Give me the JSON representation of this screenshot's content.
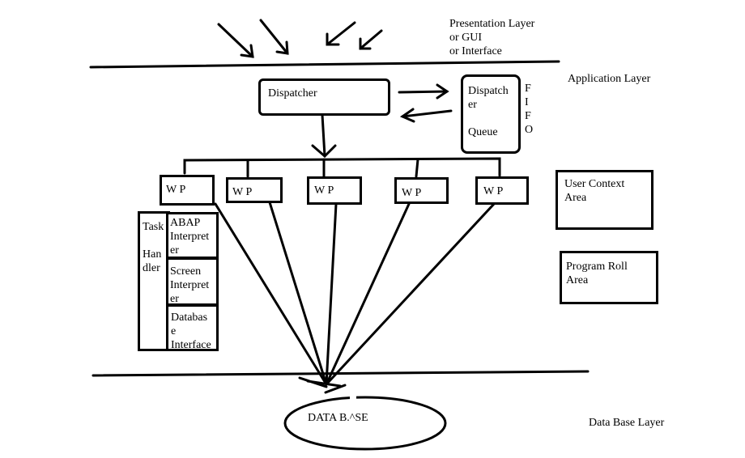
{
  "layers": {
    "presentation": "Presentation Layer\nor GUI\nor Interface",
    "application": "Application Layer",
    "database_layer": "Data Base Layer"
  },
  "dispatcher": "Dispatcher",
  "queue": {
    "line1": "Dispatch\ner",
    "line2": "Queue"
  },
  "fifo": "F\nI\nF\nO",
  "work_processes": [
    "W P",
    "W P",
    "W P",
    "W P",
    "W P"
  ],
  "task_handler": "Task\n\nHan\ndler",
  "components": [
    "ABAP\nInterpret\ner",
    "Screen\nInterpret\ner",
    "Databas\ne\nInterface"
  ],
  "areas": {
    "user_context": "User Context\nArea",
    "program_roll": "Program Roll\nArea"
  },
  "database": "DATA B.^SE"
}
